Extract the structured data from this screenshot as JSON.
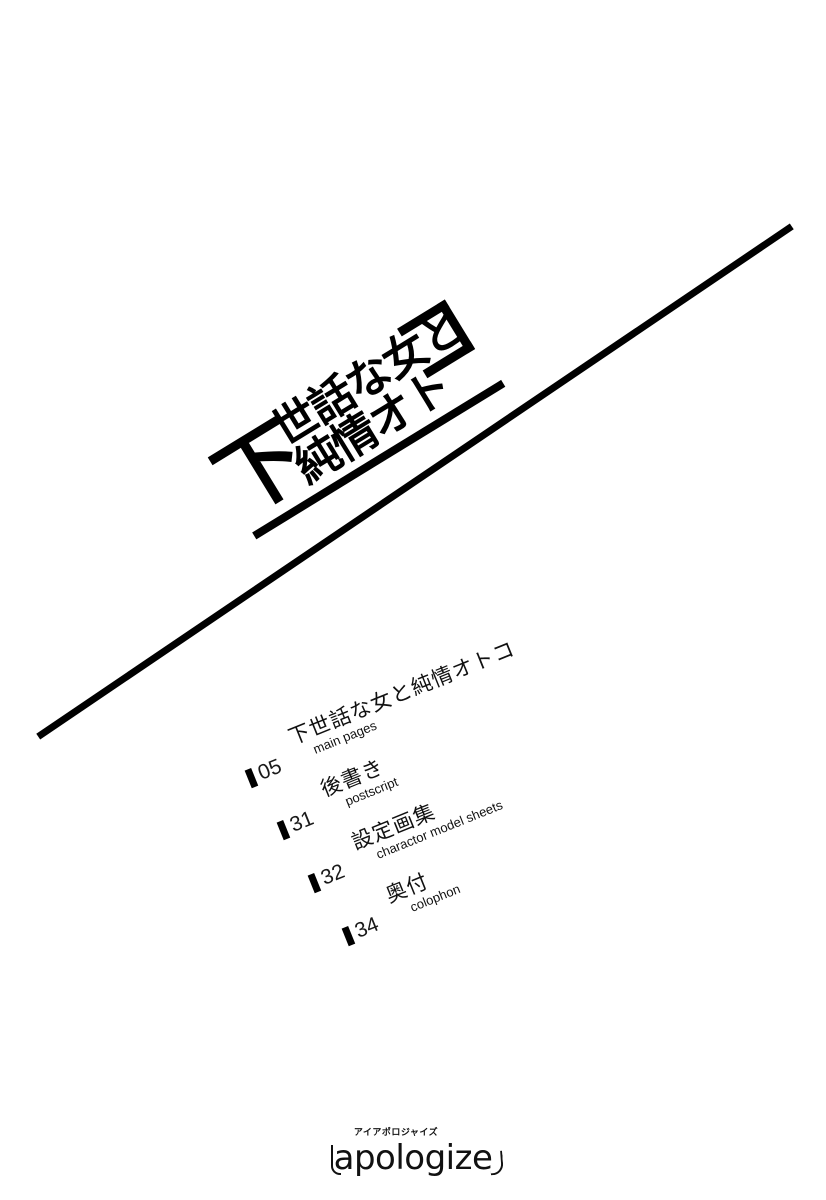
{
  "page": {
    "background_color": "#ffffff",
    "ink_color": "#000000"
  },
  "decoration": {
    "diagonal_rule_name": "diagonal-rule"
  },
  "title": {
    "kanji_big": "下",
    "row_top": "世話な女と",
    "row_bottom": "純情オト",
    "bracket_glyph": "コ",
    "full_text": "下世話な女と純情オトコ"
  },
  "toc": {
    "entries": [
      {
        "page": "05",
        "jp": "下世話な女と純情オトコ",
        "en": "main pages"
      },
      {
        "page": "31",
        "jp": "後書き",
        "en": "postscript"
      },
      {
        "page": "32",
        "jp": "設定画集",
        "en": "charactor model sheets"
      },
      {
        "page": "34",
        "jp": "奥付",
        "en": "colophon"
      }
    ]
  },
  "footer": {
    "katakana": "アイアポロジャイズ",
    "wordmark": "apologize"
  }
}
